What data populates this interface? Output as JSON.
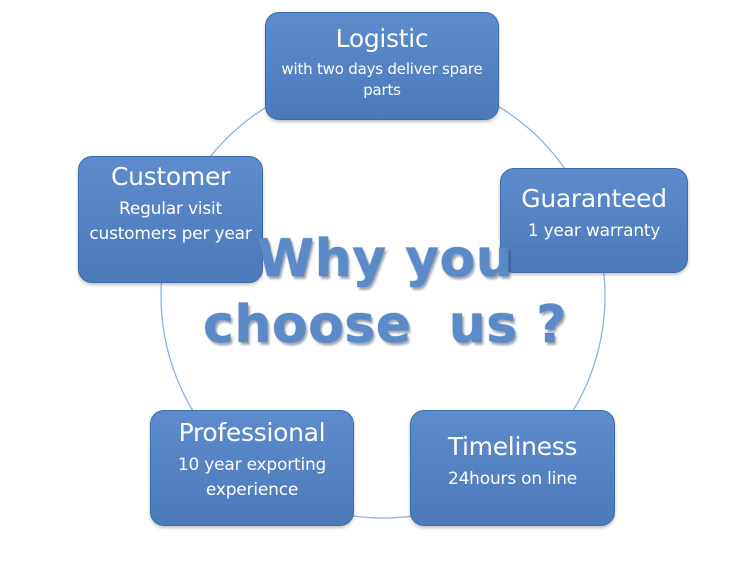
{
  "diagram": {
    "center": {
      "line1": "Why you",
      "line2": "choose  us ?"
    },
    "nodes": {
      "logistic": {
        "title": "Logistic",
        "desc": "with two days deliver spare parts"
      },
      "guaranteed": {
        "title": "Guaranteed",
        "desc": "1 year warranty"
      },
      "timeliness": {
        "title": "Timeliness",
        "desc": "24hours on line"
      },
      "professional": {
        "title": "Professional",
        "desc": "10 year exporting experience"
      },
      "customer": {
        "title": "Customer",
        "desc": "Regular visit customers per year"
      }
    },
    "colors": {
      "node_fill": "#4f80c0",
      "node_border": "#3f6ba8",
      "ring": "#8fb3dc",
      "title_text": "#5b8ac9"
    }
  }
}
